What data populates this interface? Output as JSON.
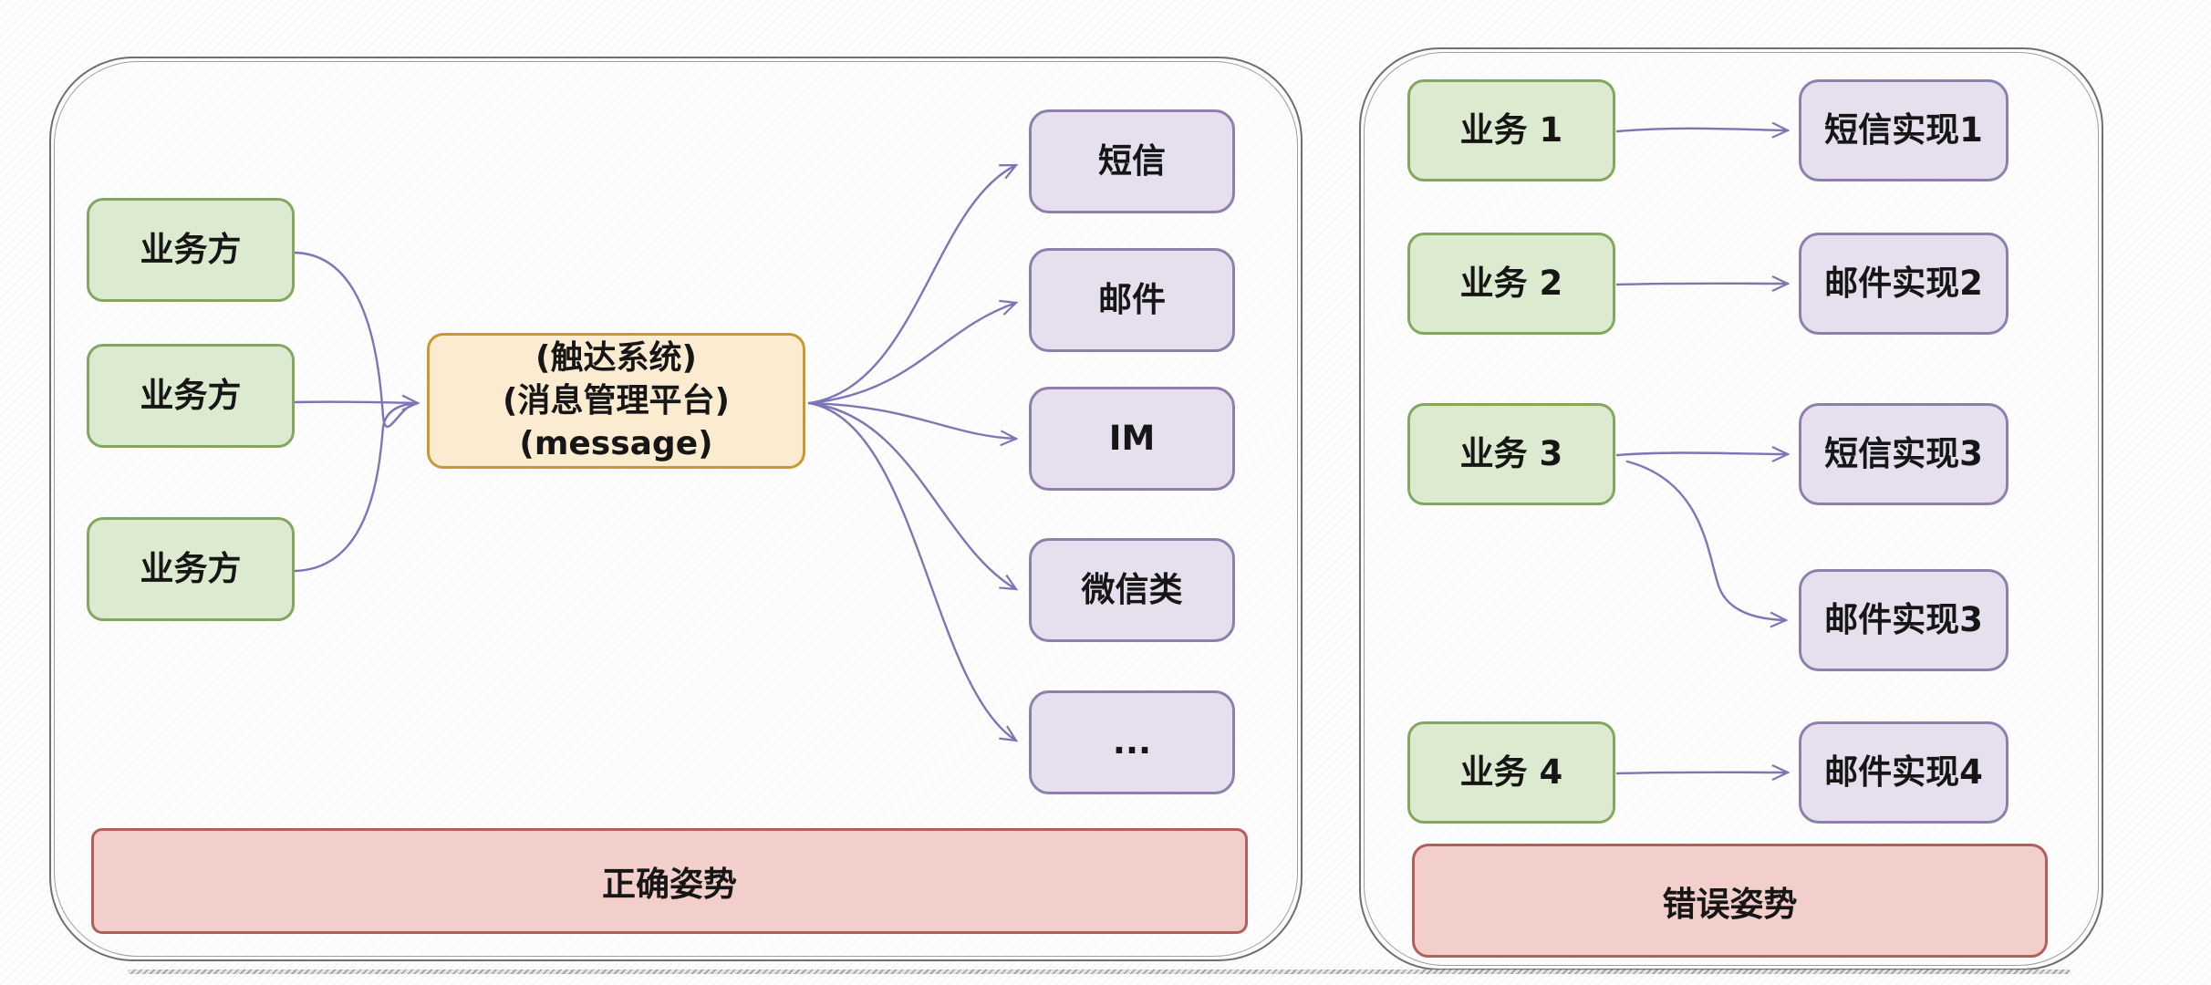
{
  "left_panel": {
    "caption": "正确姿势",
    "sources": [
      {
        "label": "业务方"
      },
      {
        "label": "业务方"
      },
      {
        "label": "业务方"
      }
    ],
    "hub": {
      "lines": [
        "(触达系统)",
        "(消息管理平台)",
        "(message)"
      ]
    },
    "channels": [
      {
        "label": "短信"
      },
      {
        "label": "邮件"
      },
      {
        "label": "IM"
      },
      {
        "label": "微信类"
      },
      {
        "label": "..."
      }
    ]
  },
  "right_panel": {
    "caption": "错误姿势",
    "services": [
      "业务 1",
      "业务 2",
      "业务 3",
      "业务 4"
    ],
    "implementations": [
      "短信实现1",
      "邮件实现2",
      "短信实现3",
      "邮件实现3",
      "邮件实现4"
    ]
  },
  "colors": {
    "panel_border": "#6f6f6f",
    "connector": "#7c76b4",
    "text": "#161616",
    "green_fill": "#dcead0",
    "green_border": "#84a75f",
    "purple_fill": "#e6dfee",
    "purple_border": "#8d80ab",
    "orange_fill": "#fbecd1",
    "orange_border": "#c8992f",
    "red_fill": "#f3cfcb",
    "red_border": "#b05f5b"
  }
}
